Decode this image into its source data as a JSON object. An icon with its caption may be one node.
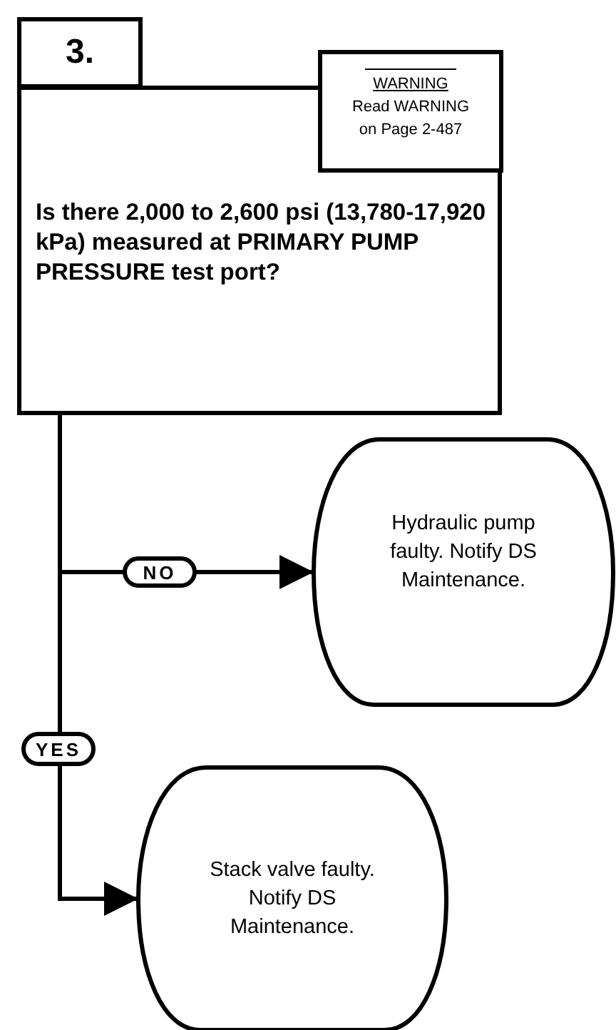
{
  "diagram": {
    "nodes": [
      {
        "text": [
          "3."
        ]
      },
      {
        "text": [
          "Is there 2,000 to 2,600 psi (13,780-17,920 kPa) measured at PRIMARY PUMP PRESSURE test port?"
        ]
      },
      {
        "text": [
          "WARNING",
          "Read WARNING on Page 2-487"
        ]
      },
      {
        "text": [
          "Hydraulic pump faulty.  Notify DS Maintenance."
        ]
      },
      {
        "text": [
          "Stack valve faulty. Notify DS Maintenance."
        ]
      }
    ],
    "edges": [
      {
        "from": 1,
        "to": 3,
        "arrow": "to",
        "label": "NO"
      },
      {
        "from": 1,
        "to": 4,
        "arrow": "to",
        "label": "YES"
      }
    ]
  }
}
